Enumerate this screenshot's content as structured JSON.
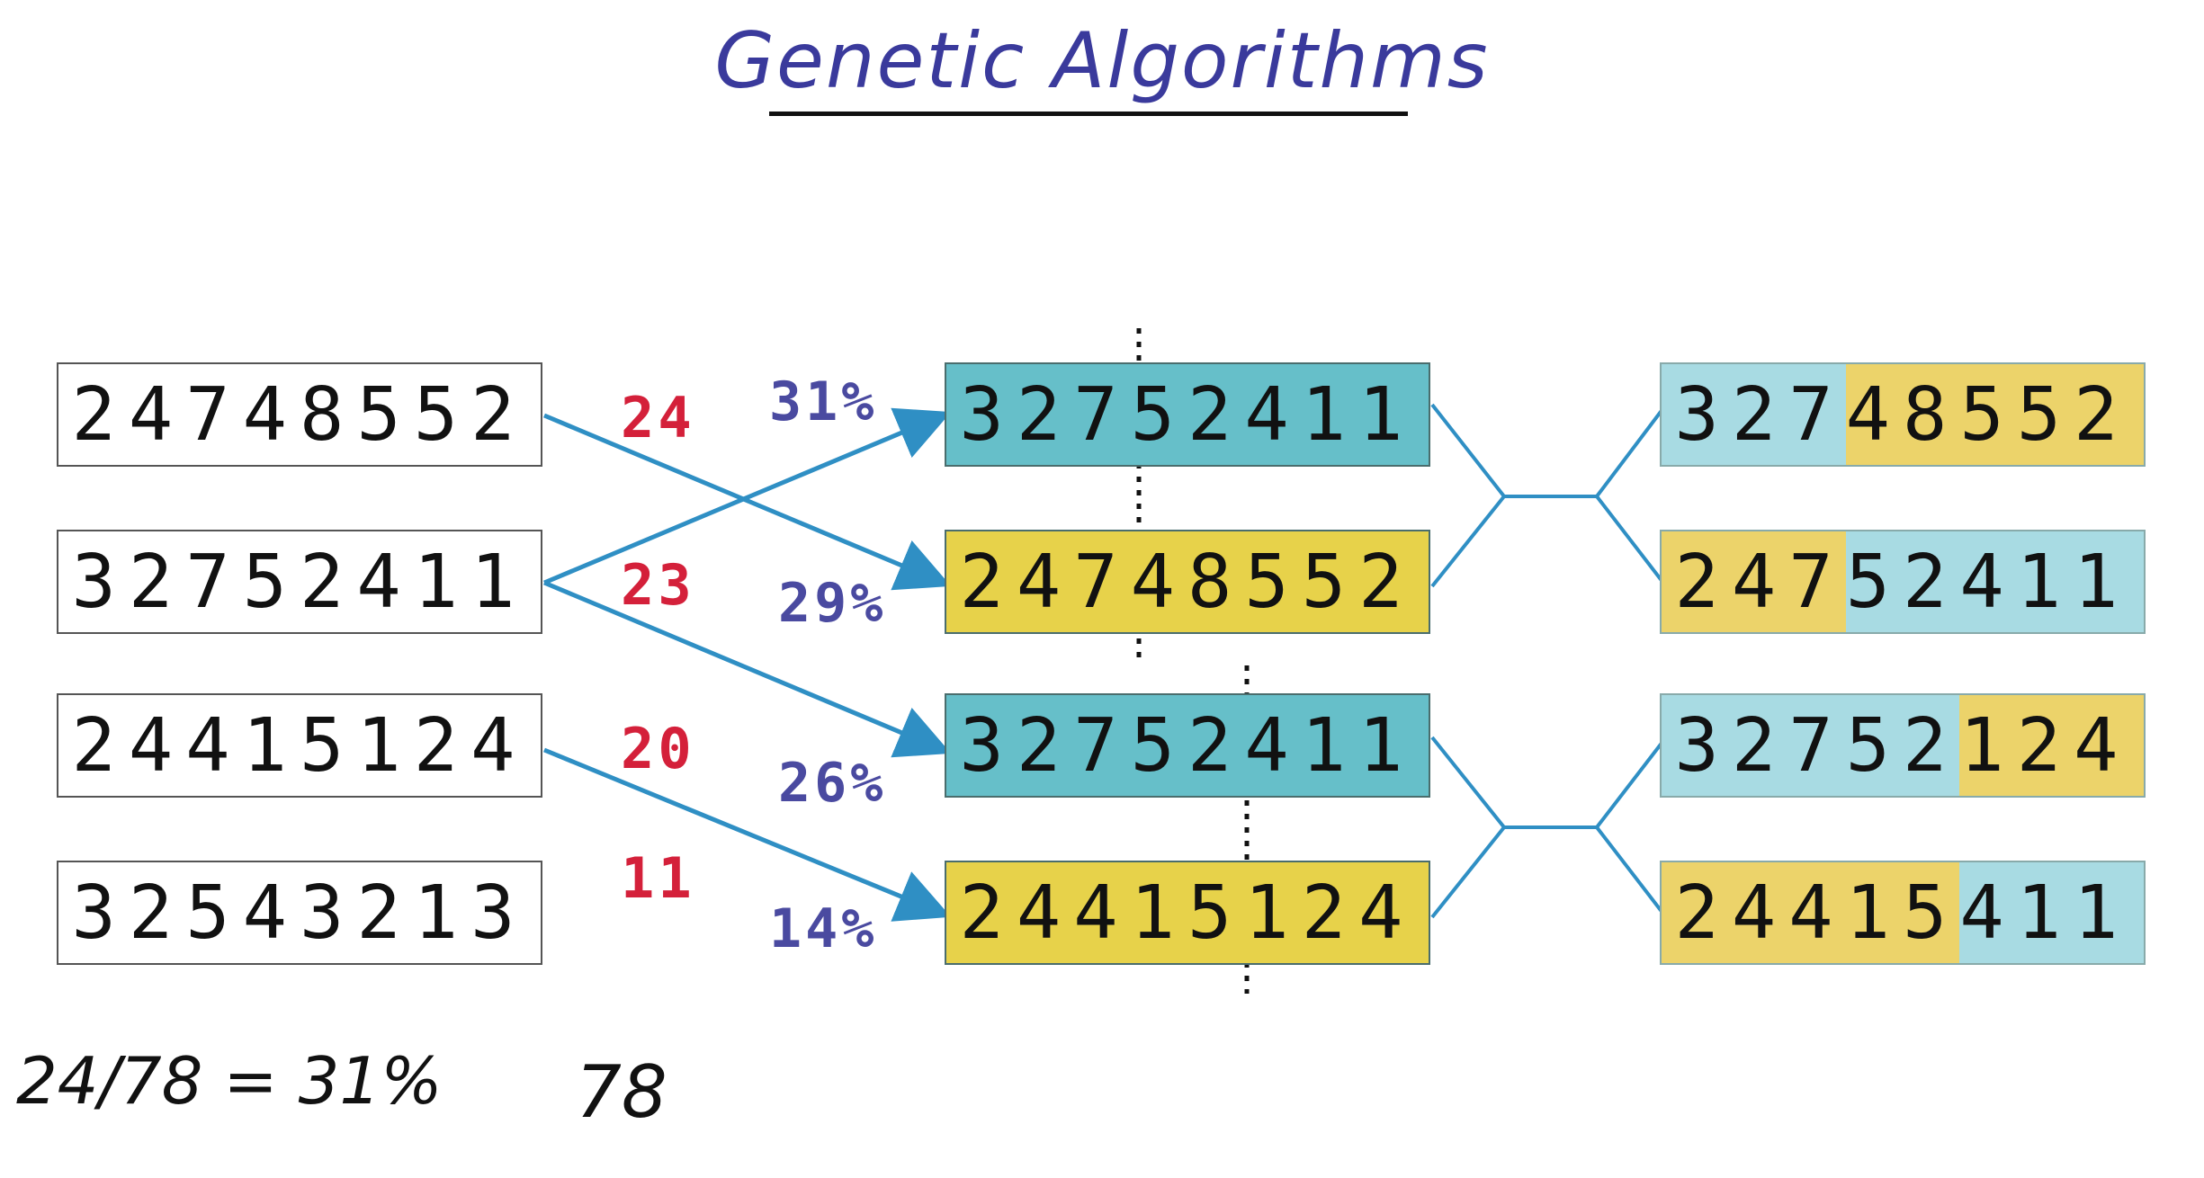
{
  "title": "Genetic Algorithms",
  "population": [
    "24748552",
    "32752411",
    "24415124",
    "32543213"
  ],
  "fitness": [
    "24",
    "23",
    "20",
    "11"
  ],
  "selection_probabilities": [
    "31%",
    "29%",
    "26%",
    "14%"
  ],
  "selected_pairs": [
    {
      "parent_a": "32752411",
      "parent_b": "24748552",
      "crossover_label": "after 3rd digit"
    },
    {
      "parent_a": "32752411",
      "parent_b": "24415124",
      "crossover_label": "after 5th digit"
    }
  ],
  "selected": [
    "32752411",
    "24748552",
    "32752411",
    "24415124"
  ],
  "offspring": [
    {
      "a": "327",
      "b": "48552"
    },
    {
      "a": "247",
      "b": "52411"
    },
    {
      "a": "32752",
      "b": "124"
    },
    {
      "a": "24415",
      "b": "411"
    }
  ],
  "notes": {
    "calculation": "24/78 = 31%",
    "total": "78"
  },
  "colors": {
    "teal": "#66bfc9",
    "gold": "#e7d24a",
    "arrow": "#2f8fc4",
    "score": "#d4203a",
    "percent": "#4a4aa0"
  }
}
